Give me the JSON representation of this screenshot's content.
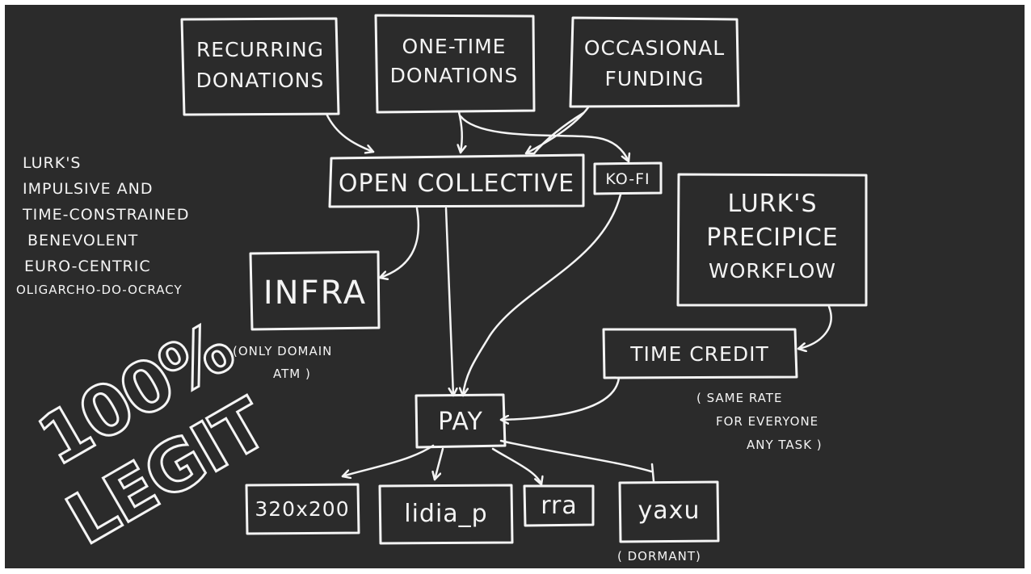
{
  "nodes": {
    "recurring": [
      "RECURRING",
      "DONATIONS"
    ],
    "one_time": [
      "ONE-TIME",
      "DONATIONS"
    ],
    "occasional": [
      "OCCASIONAL",
      "FUNDING"
    ],
    "open_collective": "OPEN COLLECTIVE",
    "kofi": "KO-FI",
    "infra": "INFRA",
    "precipice": [
      "LURK'S",
      "PRECIPICE",
      "WORKFLOW"
    ],
    "time_credit": "TIME CREDIT",
    "pay": "PAY",
    "recipients": [
      "320x200",
      "lidia_p",
      "rra",
      "yaxu"
    ]
  },
  "notes": {
    "governance": [
      "LURK'S",
      "IMPULSIVE AND",
      "TIME-CONSTRAINED",
      "BENEVOLENT",
      "EURO-CENTRIC",
      "OLIGARCHO-DO-OCRACY"
    ],
    "stamp": [
      "100%",
      "LEGIT"
    ],
    "infra_note": [
      "(ONLY DOMAIN",
      "ATM )"
    ],
    "time_credit_note": [
      "( SAME RATE",
      "FOR EVERYONE",
      "ANY TASK )"
    ],
    "yaxu_note": "( DORMANT)"
  },
  "colors": {
    "board": "#2b2b2b",
    "chalk": "#f4f4f4"
  }
}
